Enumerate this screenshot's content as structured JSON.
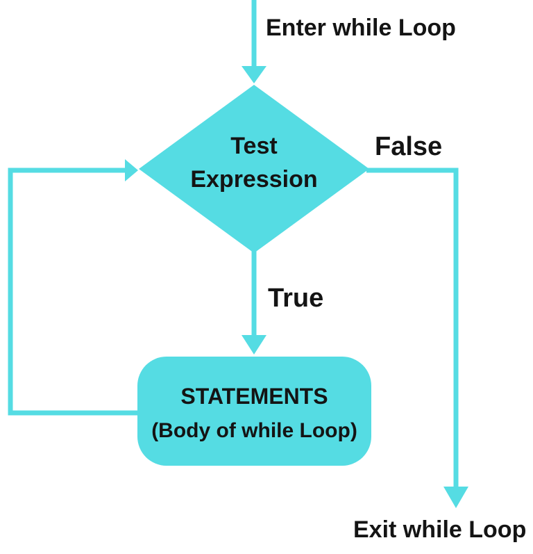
{
  "colors": {
    "accent": "#55DCE3",
    "text": "#141414",
    "background": "#ffffff"
  },
  "diagram": {
    "type": "flowchart",
    "topic": "while loop control flow",
    "labels": {
      "enter": "Enter while Loop",
      "false_branch": "False",
      "true_branch": "True",
      "exit": "Exit while Loop"
    },
    "nodes": {
      "decision": {
        "shape": "diamond",
        "line1": "Test",
        "line2": "Expression"
      },
      "body": {
        "shape": "rounded-rectangle",
        "line1": "STATEMENTS",
        "line2": "(Body of while Loop)"
      }
    },
    "edges": [
      {
        "from": "entry",
        "to": "decision"
      },
      {
        "from": "decision",
        "to": "body",
        "condition": "True"
      },
      {
        "from": "decision",
        "to": "exit",
        "condition": "False"
      },
      {
        "from": "body",
        "to": "decision"
      }
    ]
  }
}
